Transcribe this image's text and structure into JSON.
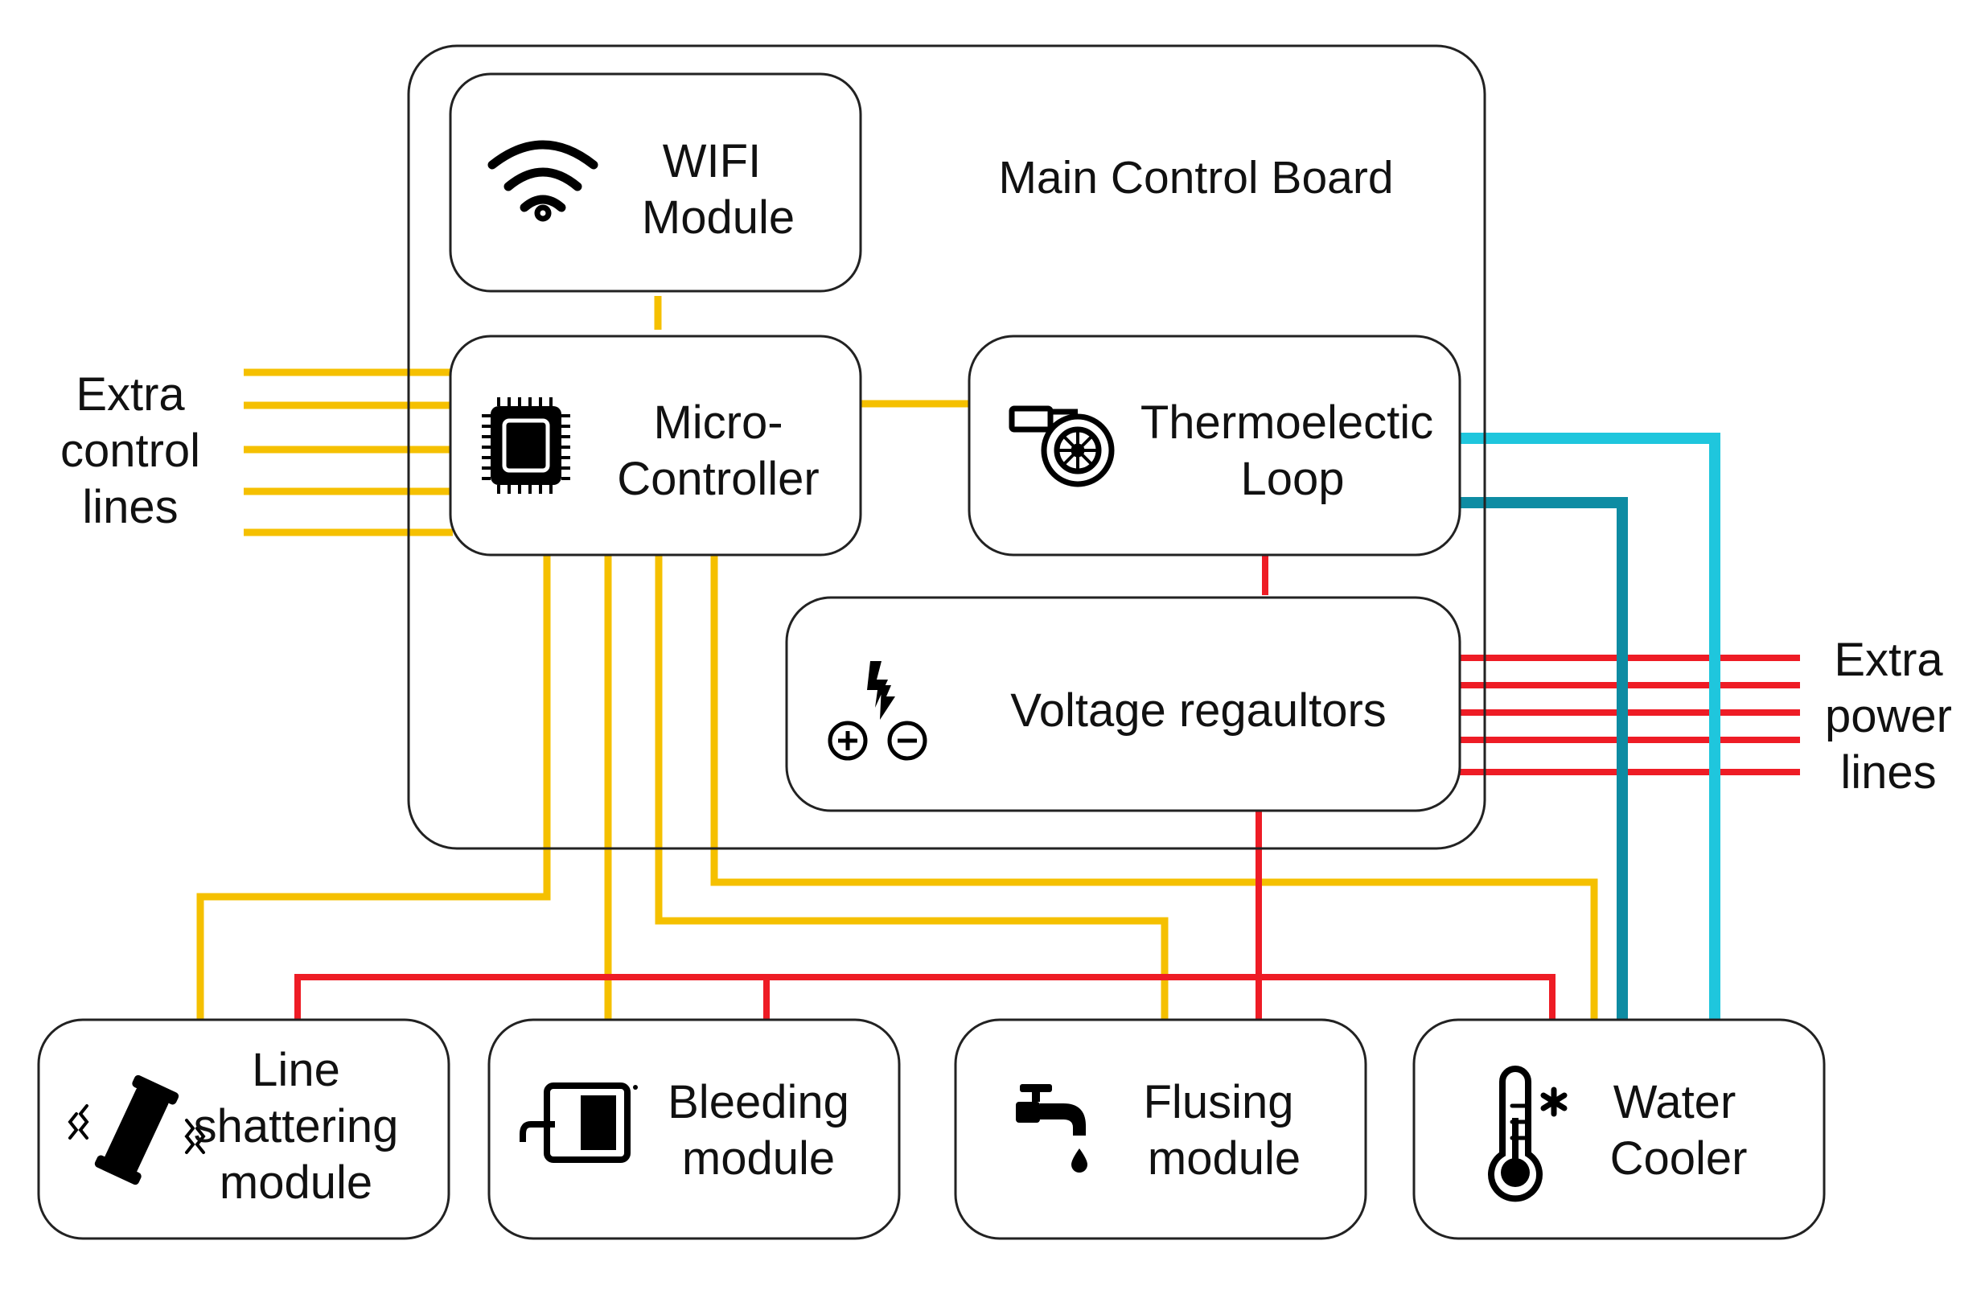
{
  "board": {
    "title": "Main Control Board"
  },
  "wifi": {
    "line1": "WIFI",
    "line2": "Module",
    "icon": "wifi-icon"
  },
  "mcu": {
    "line1": "Micro-",
    "line2": "Controller",
    "icon": "chip-icon"
  },
  "thermo": {
    "line1": "Thermoelectic",
    "line2": "Loop",
    "icon": "turbo-fan-icon"
  },
  "volt": {
    "label": "Voltage regaultors",
    "icon": "power-polarity-icon"
  },
  "extra_control": {
    "line1": "Extra",
    "line2": "control",
    "line3": "lines"
  },
  "extra_power": {
    "line1": "Extra",
    "line2": "power",
    "line3": "lines"
  },
  "modules": {
    "line_shattering": {
      "line1": "Line",
      "line2": "shattering",
      "line3": "module",
      "icon": "vibrating-tube-icon"
    },
    "bleeding": {
      "line1": "Bleeding",
      "line2": "module",
      "icon": "tank-outlet-icon"
    },
    "flusing": {
      "line1": "Flusing",
      "line2": "module",
      "icon": "faucet-icon"
    },
    "water_cooler": {
      "line1": "Water",
      "line2": "Cooler",
      "icon": "thermometer-snow-icon"
    }
  },
  "colors": {
    "control": "#F5C000",
    "power": "#EE1C25",
    "coolant_hot": "#1FC6DD",
    "coolant_cold": "#0E8CA3",
    "box_stroke": "#222222"
  }
}
